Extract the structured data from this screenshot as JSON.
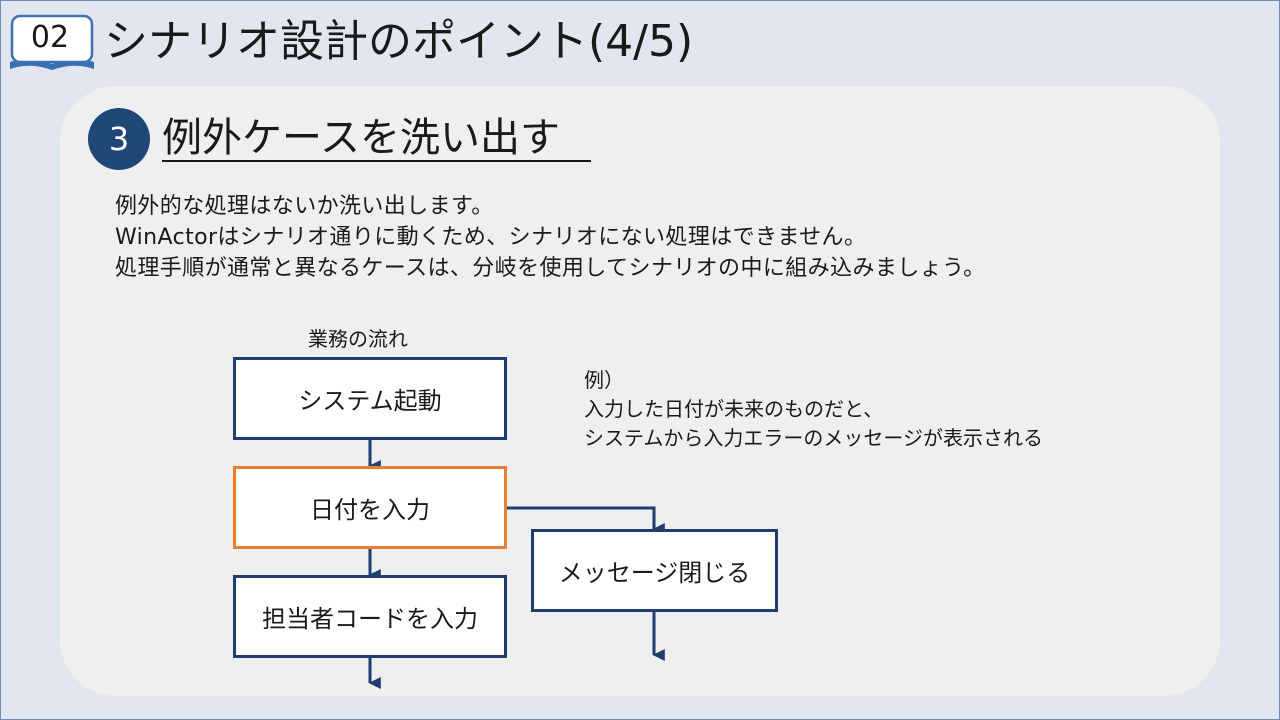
{
  "header": {
    "section_number": "02",
    "title": "シナリオ設計のポイント(4/5)"
  },
  "section": {
    "step_number": "3",
    "heading": "例外ケースを洗い出す",
    "description": [
      "例外的な処理はないか洗い出します。",
      "WinActorはシナリオ通りに動くため、シナリオにない処理はできません。",
      "処理手順が通常と異なるケースは、分岐を使用してシナリオの中に組み込みましょう。"
    ]
  },
  "flow": {
    "caption": "業務の流れ",
    "steps": {
      "system_start": "システム起動",
      "date_input": "日付を入力",
      "staff_code_input": "担当者コードを入力",
      "close_message": "メッセージ閉じる"
    }
  },
  "example": {
    "label": "例）",
    "lines": [
      "入力した日付が未来のものだと、",
      "システムから入力エラーのメッセージが表示される"
    ]
  },
  "colors": {
    "accent_navy": "#1f4877",
    "box_border": "#1f3d6e",
    "highlight_border": "#ec7c30",
    "panel_background": "#efeff0",
    "page_background": "#e2e6ee"
  }
}
